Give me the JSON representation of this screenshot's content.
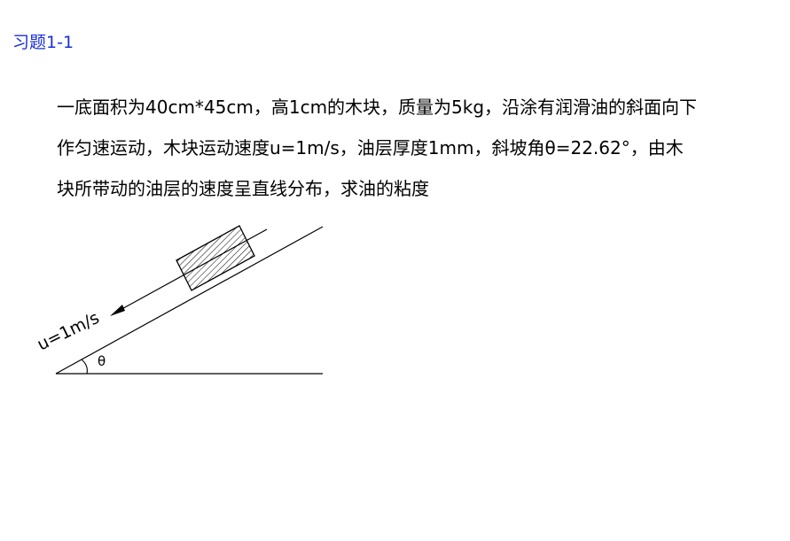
{
  "title": "习题1-1",
  "problem": {
    "lines": [
      "一底面积为40cm*45cm，高1cm的木块，质量为5kg，沿涂有润滑油的斜面向下",
      "作匀速运动，木块运动速度u=1m/s，油层厚度1mm，斜坡角θ=22.62°，由木",
      "块所带动的油层的速度呈直线分布，求油的粘度"
    ]
  },
  "diagram": {
    "velocity_label": "u=1m/s",
    "angle_label": "θ"
  }
}
